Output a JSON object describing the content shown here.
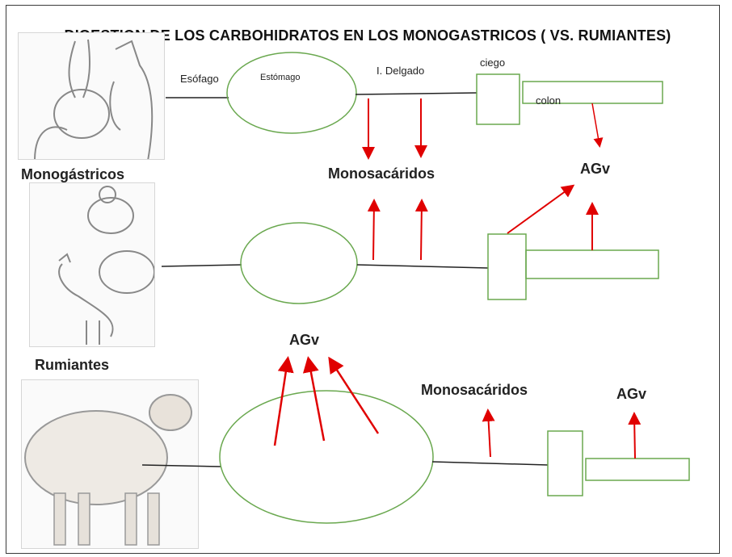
{
  "title": "DIGESTION DE LOS CARBOHIDRATOS EN LOS MONOGASTRICOS ( VS. RUMIANTES)",
  "organs": {
    "esofago": "Esófago",
    "estomago": "Estómago",
    "intestino_delgado": "I. Delgado",
    "ciego": "ciego",
    "colon": "colon"
  },
  "sections": {
    "monogastricos": "Monogástricos",
    "rumiantes": "Rumiantes"
  },
  "products": {
    "monosacaridos_top": "Monosacáridos",
    "agv_top": "AGv",
    "agv_rumen": "AGv",
    "monosacaridos_bottom": "Monosacáridos",
    "agv_bottom": "AGv"
  },
  "colors": {
    "organ_stroke": "#6aa84f",
    "arrow": "#e00000",
    "line": "#222222"
  },
  "illustrations": [
    "rabbit-and-donkey",
    "dog-pig-and-chicken",
    "sheep"
  ]
}
